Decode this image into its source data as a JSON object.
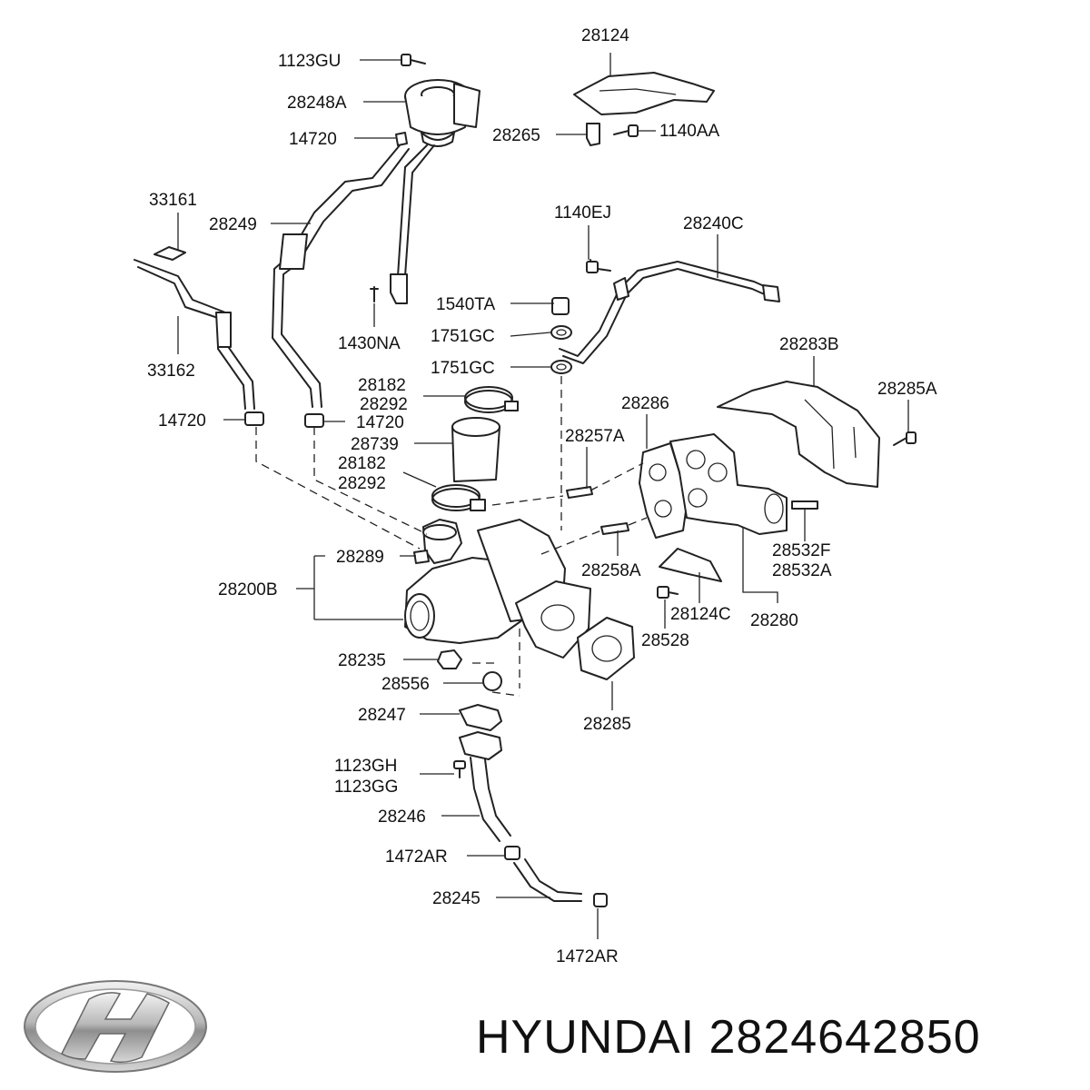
{
  "caption": {
    "brand": "HYUNDAI",
    "part_number": "2824642850"
  },
  "logo": {
    "name": "hyundai-logo",
    "brand": "Hyundai"
  },
  "callouts": [
    {
      "id": "c1",
      "text": "1123GU"
    },
    {
      "id": "c2",
      "text": "28248A"
    },
    {
      "id": "c3",
      "text": "14720"
    },
    {
      "id": "c4",
      "text": "28124"
    },
    {
      "id": "c5",
      "text": "28265"
    },
    {
      "id": "c6",
      "text": "1140AA"
    },
    {
      "id": "c7",
      "text": "33161"
    },
    {
      "id": "c8",
      "text": "28249"
    },
    {
      "id": "c9",
      "text": "1140EJ"
    },
    {
      "id": "c10",
      "text": "28240C"
    },
    {
      "id": "c11",
      "text": "1540TA"
    },
    {
      "id": "c12",
      "text": "1751GC"
    },
    {
      "id": "c13",
      "text": "1430NA"
    },
    {
      "id": "c14",
      "text": "33162"
    },
    {
      "id": "c15",
      "text": "1751GC"
    },
    {
      "id": "c16",
      "text": "28283B"
    },
    {
      "id": "c17",
      "text": "28182"
    },
    {
      "id": "c18",
      "text": "28292"
    },
    {
      "id": "c19",
      "text": "28286"
    },
    {
      "id": "c20",
      "text": "28285A"
    },
    {
      "id": "c21",
      "text": "14720"
    },
    {
      "id": "c22",
      "text": "14720"
    },
    {
      "id": "c23",
      "text": "28739"
    },
    {
      "id": "c24",
      "text": "28257A"
    },
    {
      "id": "c25",
      "text": "28182"
    },
    {
      "id": "c26",
      "text": "28292"
    },
    {
      "id": "c27",
      "text": "28289"
    },
    {
      "id": "c28",
      "text": "28532F"
    },
    {
      "id": "c29",
      "text": "28532A"
    },
    {
      "id": "c30",
      "text": "28258A"
    },
    {
      "id": "c31",
      "text": "28200B"
    },
    {
      "id": "c32",
      "text": "28124C"
    },
    {
      "id": "c33",
      "text": "28280"
    },
    {
      "id": "c34",
      "text": "28528"
    },
    {
      "id": "c35",
      "text": "28235"
    },
    {
      "id": "c36",
      "text": "28556"
    },
    {
      "id": "c37",
      "text": "28247"
    },
    {
      "id": "c38",
      "text": "28285"
    },
    {
      "id": "c39",
      "text": "1123GH"
    },
    {
      "id": "c40",
      "text": "1123GG"
    },
    {
      "id": "c41",
      "text": "28246"
    },
    {
      "id": "c42",
      "text": "1472AR"
    },
    {
      "id": "c43",
      "text": "28245"
    },
    {
      "id": "c44",
      "text": "1472AR"
    }
  ]
}
